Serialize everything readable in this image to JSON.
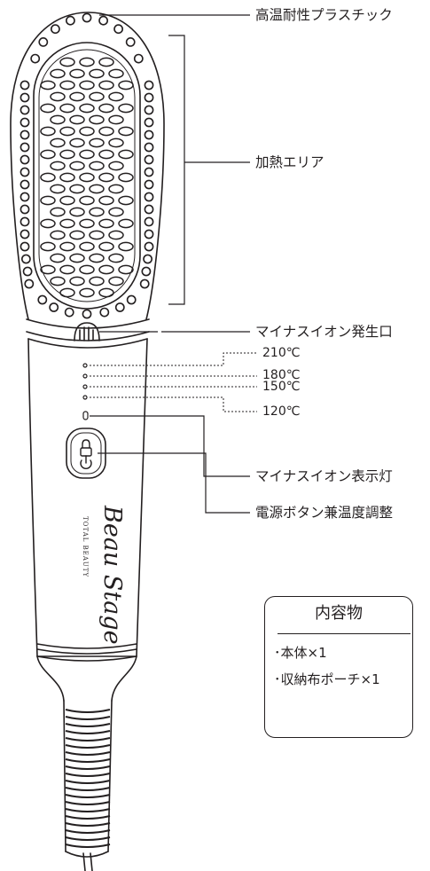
{
  "labels": {
    "plastic": "高温耐性プラスチック",
    "heating_area": "加熱エリア",
    "ion_outlet": "マイナスイオン発生口",
    "ion_indicator": "マイナスイオン表示灯",
    "power_button": "電源ボタン兼温度調整"
  },
  "temperatures": [
    "210℃",
    "180℃",
    "150℃",
    "120℃"
  ],
  "brand": {
    "name": "Beau Stage",
    "tagline": "TOTAL BEAUTY"
  },
  "contents": {
    "title": "内容物",
    "items": [
      "･本体×1",
      "･収納布ポーチ×1"
    ]
  },
  "colors": {
    "ink": "#231f20",
    "background": "#ffffff"
  }
}
